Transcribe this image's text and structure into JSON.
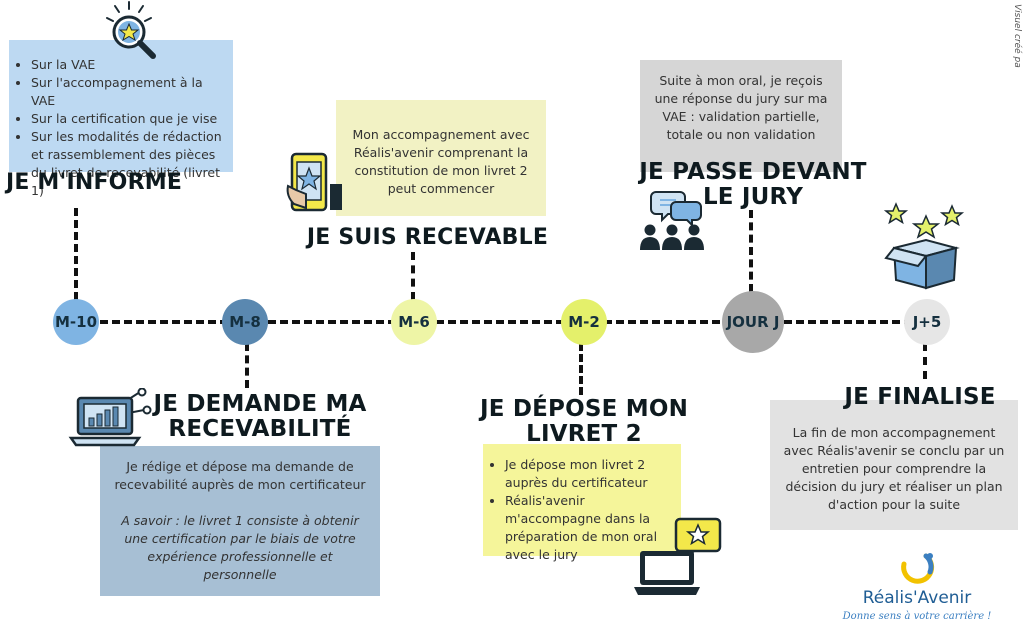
{
  "colors": {
    "blue_light": "#bdd9f2",
    "blue_grey": "#a7bfd4",
    "yellow_light": "#f2f2c4",
    "yellow": "#f5f59a",
    "grey": "#d6d6d6",
    "grey_light": "#e2e2e2",
    "node_m10": "#7fb4e3",
    "node_m8": "#5a88b0",
    "node_m6": "#eef5a6",
    "node_m2": "#e4f06b",
    "node_jourj": "#a8a8a8",
    "node_j5": "#e6e6e6"
  },
  "credit": "Visuel créé pa",
  "steps": {
    "m10": {
      "node": "M-10",
      "title": "JE M'INFORME",
      "items": [
        "Sur la VAE",
        "Sur l'accompagnement à la VAE",
        "Sur la certification que je vise",
        "Sur les modalités de rédaction et rassemblement des pièces du livret de recevabilité (livret 1)"
      ],
      "icon": "magnifier-star-icon"
    },
    "m8": {
      "node": "M-8",
      "title_line1": "JE DEMANDE MA",
      "title_line2": "RECEVABILITÉ",
      "text": "Je rédige et dépose ma demande de recevabilité auprès de mon certificateur",
      "note": "A savoir : le livret 1 consiste à obtenir une certification par le biais de votre expérience professionnelle et personnelle",
      "icon": "laptop-chart-icon"
    },
    "m6": {
      "node": "M-6",
      "title": "JE SUIS RECEVABLE",
      "text": "Mon accompagnement avec Réalis'avenir comprenant la constitution de mon livret 2 peut commencer",
      "icon": "phone-star-icon"
    },
    "m2": {
      "node": "M-2",
      "title_line1": "JE DÉPOSE MON",
      "title_line2": "LIVRET 2",
      "items": [
        "Je dépose mon livret 2 auprès du certificateur",
        "Réalis'avenir m'accompagne dans la préparation de mon oral avec le jury"
      ],
      "icon": "laptop-star-icon"
    },
    "jourj": {
      "node": "JOUR J",
      "title_line1": "JE PASSE DEVANT",
      "title_line2": "LE JURY",
      "text": "Suite à mon oral, je reçois une réponse du jury sur ma VAE : validation partielle, totale ou non validation",
      "icon": "jury-people-icon"
    },
    "j5": {
      "node": "J+5",
      "title": "JE FINALISE",
      "text": "La fin de mon accompagnement avec Réalis'avenir se conclu par un entretien pour comprendre la décision du jury et réaliser un plan d'action pour la suite",
      "icon": "box-stars-icon"
    }
  },
  "logo": {
    "name": "Réalis'Avenir",
    "tagline": "Donne sens à votre carrière !"
  }
}
